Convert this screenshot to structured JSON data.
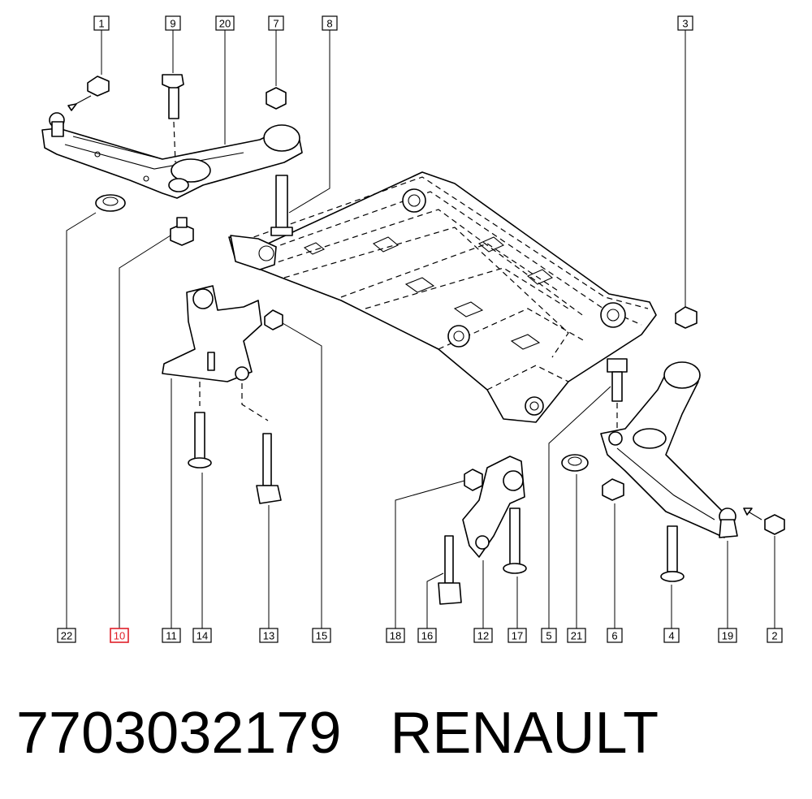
{
  "callouts": [
    {
      "id": "c1",
      "label": "1"
    },
    {
      "id": "c9",
      "label": "9"
    },
    {
      "id": "c20",
      "label": "20"
    },
    {
      "id": "c7",
      "label": "7"
    },
    {
      "id": "c8",
      "label": "8"
    },
    {
      "id": "c3",
      "label": "3"
    },
    {
      "id": "c22",
      "label": "22"
    },
    {
      "id": "c10",
      "label": "10",
      "highlighted": true
    },
    {
      "id": "c11",
      "label": "11"
    },
    {
      "id": "c14",
      "label": "14"
    },
    {
      "id": "c13",
      "label": "13"
    },
    {
      "id": "c15",
      "label": "15"
    },
    {
      "id": "c18",
      "label": "18"
    },
    {
      "id": "c16",
      "label": "16"
    },
    {
      "id": "c12",
      "label": "12"
    },
    {
      "id": "c17",
      "label": "17"
    },
    {
      "id": "c5",
      "label": "5"
    },
    {
      "id": "c21",
      "label": "21"
    },
    {
      "id": "c6",
      "label": "6"
    },
    {
      "id": "c4",
      "label": "4"
    },
    {
      "id": "c19",
      "label": "19"
    },
    {
      "id": "c2",
      "label": "2"
    }
  ],
  "highlight_color": "#e0202a",
  "caption": {
    "part_number": "7703032179",
    "brand": "RENAULT"
  }
}
